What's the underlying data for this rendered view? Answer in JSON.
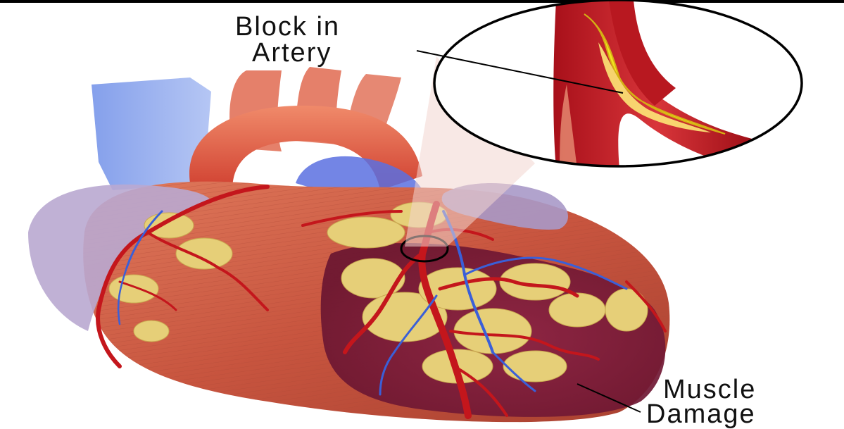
{
  "labels": {
    "block_line1": "Block in",
    "block_line2": "Artery",
    "damage_line1": "Muscle",
    "damage_line2": "Damage"
  },
  "colors": {
    "muscle": "#c8553f",
    "muscle_light": "#e98a6e",
    "artery": "#c4161c",
    "vein": "#3a5fd8",
    "vein_light": "#8aa6ee",
    "fat": "#e8d07a",
    "damage": "#7b1c3a",
    "plaque": "#f2e21f",
    "frame": "#000000"
  }
}
